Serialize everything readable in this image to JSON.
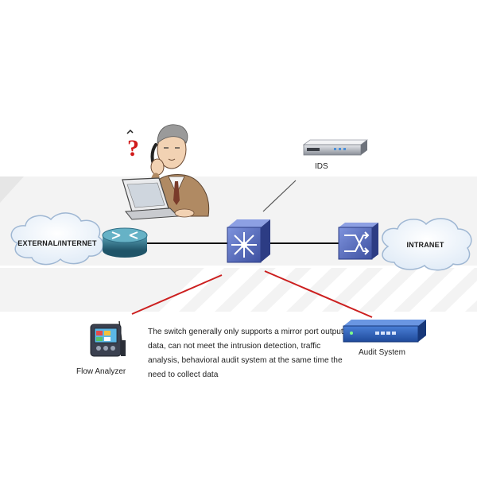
{
  "clouds": {
    "external": "EXTERNAL/INTERNET",
    "intranet": "INTRANET"
  },
  "devices": {
    "ids": "IDS",
    "flow_analyzer": "Flow Analyzer",
    "audit_system": "Audit System"
  },
  "description": "The switch generally only supports a mirror port output data, can not meet the intrusion detection, traffic analysis, behavioral audit system at the same time the need to collect data",
  "icons": [
    "person-question-icon",
    "router-icon",
    "core-switch-icon",
    "switch-icon",
    "ids-appliance-icon",
    "flow-analyzer-icon",
    "audit-appliance-icon"
  ],
  "colors": {
    "router": "#2f6f86",
    "switch": "#4a5fae",
    "link": "#111111",
    "mirror_link": "#cc1f1f",
    "appliance": "#2f5fb8"
  }
}
